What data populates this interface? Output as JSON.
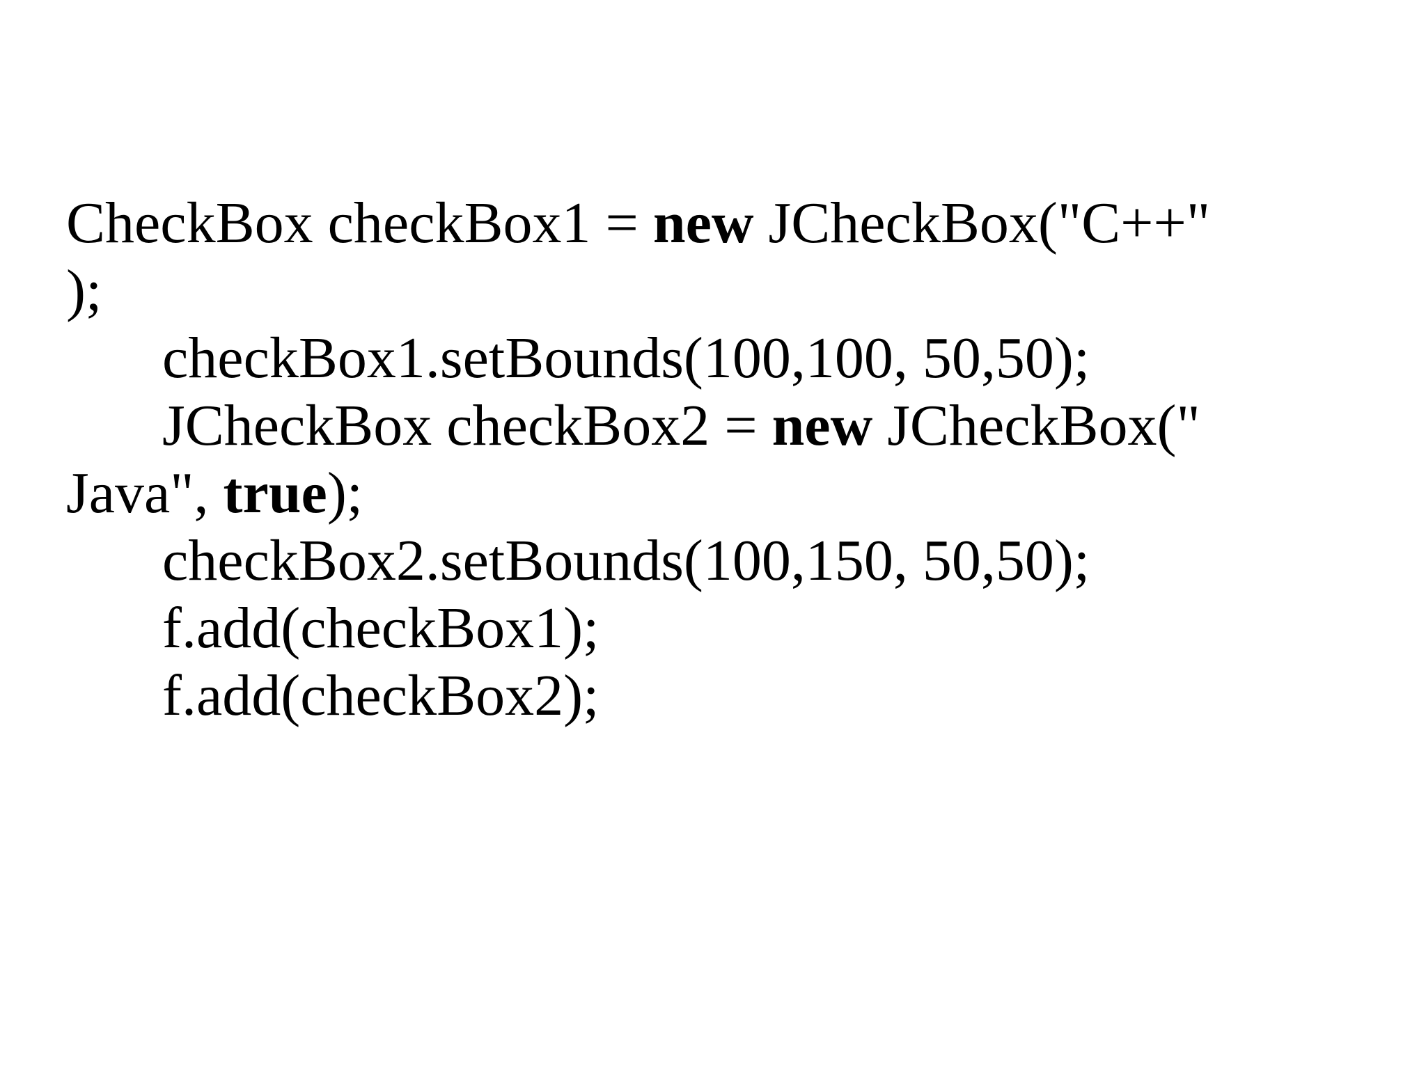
{
  "page": {
    "background_color": "#ffffff",
    "text_color": "#000000"
  },
  "code": {
    "language": "java",
    "lines": [
      {
        "indent": 0,
        "segments": [
          {
            "t": "CheckBox checkBox1 = "
          },
          {
            "t": "new",
            "bold": true
          },
          {
            "t": " JCheckBox(\"C++\""
          }
        ]
      },
      {
        "indent": 0,
        "segments": [
          {
            "t": ");"
          }
        ]
      },
      {
        "indent": 1,
        "segments": [
          {
            "t": "checkBox1.setBounds(100,100, 50,50);"
          }
        ]
      },
      {
        "indent": 1,
        "segments": [
          {
            "t": "JCheckBox checkBox2 = "
          },
          {
            "t": "new",
            "bold": true
          },
          {
            "t": " JCheckBox(\""
          }
        ]
      },
      {
        "indent": 0,
        "segments": [
          {
            "t": "Java\", "
          },
          {
            "t": "true",
            "bold": true
          },
          {
            "t": ");"
          }
        ]
      },
      {
        "indent": 1,
        "segments": [
          {
            "t": "checkBox2.setBounds(100,150, 50,50);"
          }
        ]
      },
      {
        "indent": 1,
        "segments": [
          {
            "t": "f.add(checkBox1);"
          }
        ]
      },
      {
        "indent": 1,
        "segments": [
          {
            "t": "f.add(checkBox2);"
          }
        ]
      }
    ]
  }
}
